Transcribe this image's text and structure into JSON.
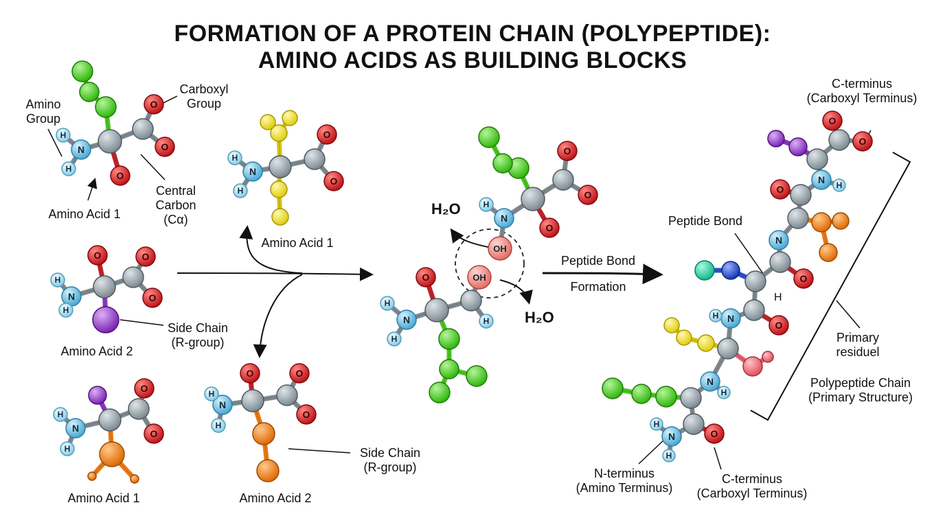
{
  "title": {
    "line1": "FORMATION OF A PROTEIN CHAIN (POLYPEPTIDE):",
    "line2": "AMINO ACIDS AS BUILDING BLOCKS"
  },
  "labels": {
    "amino_group": [
      "Amino",
      "Group"
    ],
    "carboxyl_group": [
      "Carboxyl",
      "Group"
    ],
    "central_carbon": [
      "Central",
      "Carbon",
      "(Cα)"
    ],
    "amino_acid_1": "Amino Acid 1",
    "amino_acid_2": "Amino Acid 2",
    "side_chain": [
      "Side Chain",
      "(R-group)"
    ],
    "water": "H₂O",
    "peptide_bond_formation": [
      "Peptide Bond",
      "Formation"
    ],
    "peptide_bond": "Peptide Bond",
    "c_terminus": [
      "C-terminus",
      "(Carboxyl Terminus)"
    ],
    "n_terminus": [
      "N-terminus",
      "(Amino Terminus)"
    ],
    "primary_residuel": [
      "Primary",
      "residuel"
    ],
    "polypeptide_chain": [
      "Polypeptide Chain",
      "(Primary Structure)"
    ]
  },
  "atoms": {
    "N": "N",
    "H": "H",
    "O": "O",
    "OH": "OH"
  },
  "colors": {
    "carbon": "#8f9ba3",
    "nitrogen": "#6fbfe0",
    "oxygen": "#d8252a",
    "hydrogen": "#a9dcef",
    "green": "#45d21f",
    "yellow": "#f1e21c",
    "purple": "#9a3fd2",
    "orange": "#f47f17",
    "hydroxyl": "#f08c84",
    "pink": "#ee6f78",
    "teal": "#1fd8a8",
    "blue": "#1f4fd8"
  }
}
